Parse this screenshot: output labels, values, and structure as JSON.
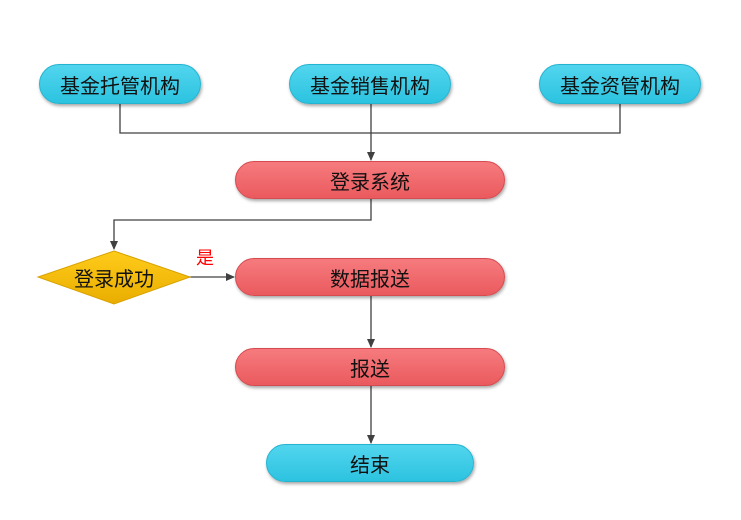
{
  "nodes": {
    "custody": "基金托管机构",
    "sales": "基金销售机构",
    "asset": "基金资管机构",
    "login": "登录系统",
    "decision": "登录成功",
    "report_data": "数据报送",
    "report": "报送",
    "end": "结束"
  },
  "edges": {
    "yes_label": "是"
  },
  "colors": {
    "cyan": "#2cc3e0",
    "red": "#ea5a5e",
    "diamond": "#f3b800",
    "line": "#404040",
    "yes": "#ff0000"
  }
}
